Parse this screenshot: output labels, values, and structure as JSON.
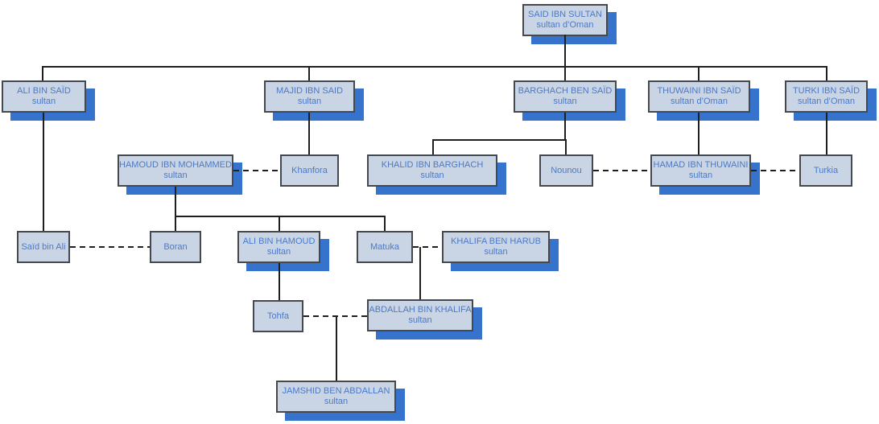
{
  "diagram": {
    "colors": {
      "box_fill": "#c9d5e5",
      "box_border": "#45494e",
      "shadow": "#3673cc",
      "text": "#4b79c8",
      "line": "#1f1f1f",
      "background": "#ffffff"
    },
    "nodes": [
      {
        "id": "said-ibn-sultan",
        "name": "SAID IBN SULTAN",
        "subtitle": "sultan d’Oman"
      },
      {
        "id": "ali-bin-said",
        "name": "ALI BIN SAÏD",
        "subtitle": "sultan"
      },
      {
        "id": "majid-ibn-said",
        "name": "MAJID IBN SAID",
        "subtitle": "sultan"
      },
      {
        "id": "barghach-ben-said",
        "name": "BARGHACH BEN SAÏD",
        "subtitle": "sultan"
      },
      {
        "id": "thuwaini-ibn-said",
        "name": "THUWAINI IBN SAÏD",
        "subtitle": "sultan d’Oman"
      },
      {
        "id": "turki-ibn-said",
        "name": "TURKI IBN SAÏD",
        "subtitle": "sultan d’Oman"
      },
      {
        "id": "hamoud-ibn-mohammed",
        "name": "HAMOUD IBN MOHAMMED",
        "subtitle": "sultan"
      },
      {
        "id": "khanfora",
        "name": "Khanfora"
      },
      {
        "id": "khalid-ibn-barghach",
        "name": "KHALID IBN BARGHACH",
        "subtitle": "sultan"
      },
      {
        "id": "nounou",
        "name": "Nounou"
      },
      {
        "id": "hamad-ibn-thuwaini",
        "name": "HAMAD IBN THUWAINI",
        "subtitle": "sultan"
      },
      {
        "id": "turkia",
        "name": "Turkia"
      },
      {
        "id": "said-bin-ali",
        "name": "Saïd bin Ali"
      },
      {
        "id": "boran",
        "name": "Boran"
      },
      {
        "id": "ali-bin-hamoud",
        "name": "ALI BIN HAMOUD",
        "subtitle": "sultan"
      },
      {
        "id": "matuka",
        "name": "Matuka"
      },
      {
        "id": "khalifa-ben-harub",
        "name": "KHALIFA BEN HARUB",
        "subtitle": "sultan"
      },
      {
        "id": "tohfa",
        "name": "Tohfa"
      },
      {
        "id": "abdallah-bin-khalifa",
        "name": "ABDALLAH BIN KHALIFA",
        "subtitle": "sultan"
      },
      {
        "id": "jamshid-ben-abdallan",
        "name": "JAMSHID BEN ABDALLAN",
        "subtitle": "sultan"
      }
    ],
    "edges": {
      "parent_child": [
        [
          "said-ibn-sultan",
          "ali-bin-said"
        ],
        [
          "said-ibn-sultan",
          "majid-ibn-said"
        ],
        [
          "said-ibn-sultan",
          "barghach-ben-said"
        ],
        [
          "said-ibn-sultan",
          "thuwaini-ibn-said"
        ],
        [
          "said-ibn-sultan",
          "turki-ibn-said"
        ],
        [
          "ali-bin-said",
          "said-bin-ali"
        ],
        [
          "majid-ibn-said",
          "khanfora"
        ],
        [
          "barghach-ben-said",
          "khalid-ibn-barghach"
        ],
        [
          "barghach-ben-said",
          "nounou"
        ],
        [
          "thuwaini-ibn-said",
          "hamad-ibn-thuwaini"
        ],
        [
          "turki-ibn-said",
          "turkia"
        ],
        [
          "hamoud-ibn-mohammed",
          "boran"
        ],
        [
          "hamoud-ibn-mohammed",
          "ali-bin-hamoud"
        ],
        [
          "hamoud-ibn-mohammed",
          "matuka"
        ],
        [
          "ali-bin-hamoud",
          "tohfa"
        ],
        [
          "matuka+khalifa-ben-harub",
          "abdallah-bin-khalifa"
        ],
        [
          "tohfa+abdallah-bin-khalifa",
          "jamshid-ben-abdallan"
        ]
      ],
      "marriages": [
        [
          "hamoud-ibn-mohammed",
          "khanfora"
        ],
        [
          "nounou",
          "hamad-ibn-thuwaini"
        ],
        [
          "hamad-ibn-thuwaini",
          "turkia"
        ],
        [
          "said-bin-ali",
          "boran"
        ],
        [
          "matuka",
          "khalifa-ben-harub"
        ],
        [
          "tohfa",
          "abdallah-bin-khalifa"
        ]
      ]
    }
  }
}
